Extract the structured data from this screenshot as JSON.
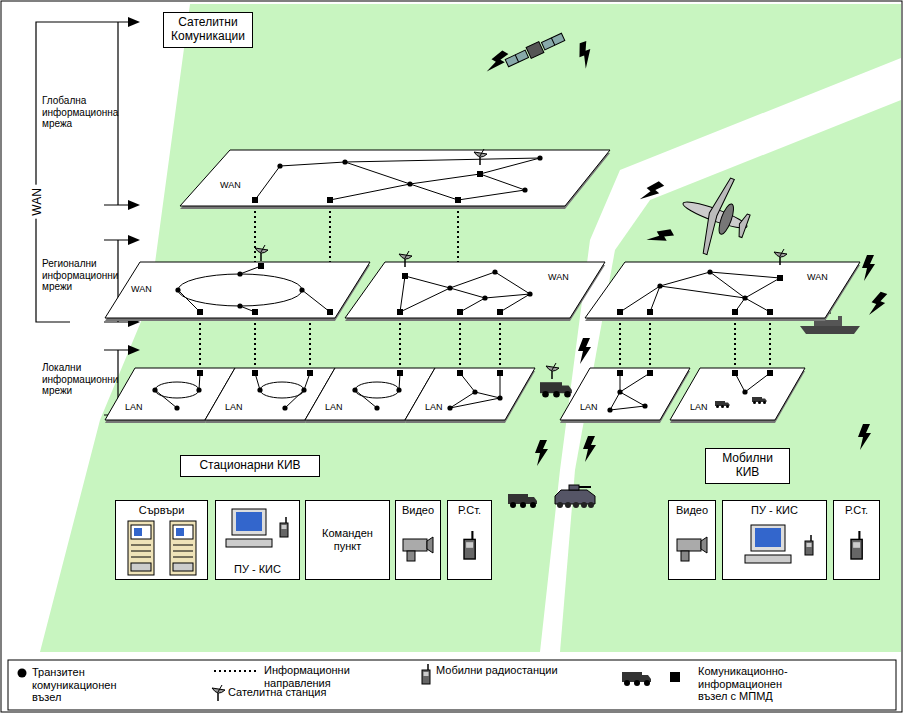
{
  "diagram": {
    "nodes": [
      {
        "text": [
          "Сателитни Комуникации"
        ]
      },
      {
        "text": [
          "WAN"
        ]
      },
      {
        "text": [
          "WAN"
        ]
      },
      {
        "text": [
          "WAN"
        ]
      },
      {
        "text": [
          "WAN"
        ]
      },
      {
        "text": [
          "LAN"
        ]
      },
      {
        "text": [
          "LAN"
        ]
      },
      {
        "text": [
          "LAN"
        ]
      },
      {
        "text": [
          "LAN"
        ]
      },
      {
        "text": [
          "LAN"
        ]
      },
      {
        "text": [
          "LAN"
        ]
      },
      {
        "text": [
          "Стационарни КИВ"
        ]
      },
      {
        "text": [
          "Мобилни КИВ"
        ]
      },
      {
        "text": [
          "Сървъри"
        ]
      },
      {
        "text": [
          "ПУ - КИС"
        ]
      },
      {
        "text": [
          "Команден пункт"
        ]
      },
      {
        "text": [
          "Видео"
        ]
      },
      {
        "text": [
          "Р.Ст."
        ]
      },
      {
        "text": [
          "Видео"
        ]
      },
      {
        "text": [
          "ПУ - КИС"
        ]
      },
      {
        "text": [
          "Р.Ст."
        ]
      }
    ],
    "edges": [
      {
        "from": 1,
        "to": 2,
        "arrow": "none"
      },
      {
        "from": 1,
        "to": 2,
        "arrow": "none"
      },
      {
        "from": 1,
        "to": 3,
        "arrow": "none"
      },
      {
        "from": 2,
        "to": 5,
        "arrow": "none"
      },
      {
        "from": 2,
        "to": 6,
        "arrow": "none"
      },
      {
        "from": 2,
        "to": 6,
        "arrow": "none"
      },
      {
        "from": 3,
        "to": 7,
        "arrow": "none"
      },
      {
        "from": 3,
        "to": 8,
        "arrow": "none"
      },
      {
        "from": 3,
        "to": 8,
        "arrow": "none"
      },
      {
        "from": 4,
        "to": 9,
        "arrow": "none"
      },
      {
        "from": 4,
        "to": 9,
        "arrow": "none"
      },
      {
        "from": 4,
        "to": 10,
        "arrow": "none"
      },
      {
        "from": 4,
        "to": 10,
        "arrow": "none"
      }
    ],
    "labels": [
      "WAN",
      "Глобална информационна мрежа",
      "Регионални информационни мрежи",
      "Локални информационни мрежи"
    ],
    "legend": [
      {
        "text": "Транзитен комуникационен възел"
      },
      {
        "text": "Информационни направления"
      },
      {
        "text": "Мобилни радиостанции"
      },
      {
        "text": "Сателитна станция"
      },
      {
        "text": "Комуникационно-информационен възел с МПМД"
      }
    ]
  }
}
